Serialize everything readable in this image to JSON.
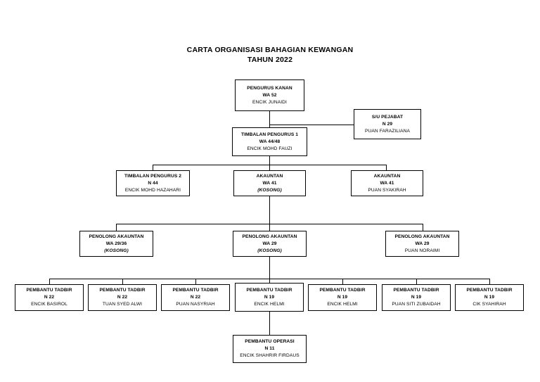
{
  "document": {
    "title_line1": "CARTA ORGANISASI BAHAGIAN KEWANGAN",
    "title_line2": "TAHUN 2022"
  },
  "chart_data": {
    "type": "diagram",
    "diagram_kind": "organization-chart",
    "title": "CARTA ORGANISASI BAHAGIAN KEWANGAN TAHUN 2022",
    "nodes": [
      {
        "id": "pengurus-kanan",
        "title": "PENGURUS KANAN",
        "grade": "WA 52",
        "person": "ENCIK JUNAIDI",
        "vacant": false,
        "level": 1
      },
      {
        "id": "su-pejabat",
        "title": "S/U PEJABAT",
        "grade": "N 29",
        "person": "PUAN FARAZILIANA",
        "vacant": false,
        "level": 1,
        "relation": "staff"
      },
      {
        "id": "timbalan-pengurus-1",
        "title": "TIMBALAN PENGURUS 1",
        "grade": "WA 44/48",
        "person": "ENCIK MOHD FAUZI",
        "vacant": false,
        "level": 2
      },
      {
        "id": "timbalan-pengurus-2",
        "title": "TIMBALAN PENGURUS 2",
        "grade": "N 44",
        "person": "ENCIK MOHD HAZAHARI",
        "vacant": false,
        "level": 3
      },
      {
        "id": "akauntan-1",
        "title": "AKAUNTAN",
        "grade": "WA 41",
        "person": "(KOSONG)",
        "vacant": true,
        "level": 3
      },
      {
        "id": "akauntan-2",
        "title": "AKAUNTAN",
        "grade": "WA 41",
        "person": "PUAN SYAKIRAH",
        "vacant": false,
        "level": 3
      },
      {
        "id": "penolong-akauntan-1",
        "title": "PENOLONG AKAUNTAN",
        "grade": "WA 29/36",
        "person": "(KOSONG)",
        "vacant": true,
        "level": 4
      },
      {
        "id": "penolong-akauntan-2",
        "title": "PENOLONG AKAUNTAN",
        "grade": "WA 29",
        "person": "(KOSONG)",
        "vacant": true,
        "level": 4
      },
      {
        "id": "penolong-akauntan-3",
        "title": "PENOLONG AKAUNTAN",
        "grade": "WA 29",
        "person": "PUAN NORAIMI",
        "vacant": false,
        "level": 4
      },
      {
        "id": "pembantu-tadbir-1",
        "title": "PEMBANTU TADBIR",
        "grade": "N 22",
        "person": "ENCIK BASIROL",
        "vacant": false,
        "level": 5
      },
      {
        "id": "pembantu-tadbir-2",
        "title": "PEMBANTU TADBIR",
        "grade": "N 22",
        "person": "TUAN SYED ALWI",
        "vacant": false,
        "level": 5
      },
      {
        "id": "pembantu-tadbir-3",
        "title": "PEMBANTU TADBIR",
        "grade": "N 22",
        "person": "PUAN NASYRIAH",
        "vacant": false,
        "level": 5
      },
      {
        "id": "pembantu-tadbir-4",
        "title": "PEMBANTU TADBIR",
        "grade": "N 19",
        "person": "ENCIK HELMI",
        "vacant": false,
        "level": 5
      },
      {
        "id": "pembantu-tadbir-5",
        "title": "PEMBANTU TADBIR",
        "grade": "N 19",
        "person": "ENCIK HELMI",
        "vacant": false,
        "level": 5
      },
      {
        "id": "pembantu-tadbir-6",
        "title": "PEMBANTU TADBIR",
        "grade": "N 19",
        "person": "PUAN SITI ZUBAIDAH",
        "vacant": false,
        "level": 5
      },
      {
        "id": "pembantu-tadbir-7",
        "title": "PEMBANTU TADBIR",
        "grade": "N 19",
        "person": "CIK SYAHIRAH",
        "vacant": false,
        "level": 5
      },
      {
        "id": "pembantu-operasi",
        "title": "PEMBANTU OPERASI",
        "grade": "N 11",
        "person": "ENCIK SHAHRIR FIRDAUS",
        "vacant": false,
        "level": 6
      }
    ],
    "edges": [
      {
        "from": "pengurus-kanan",
        "to": "timbalan-pengurus-1"
      },
      {
        "from": "pengurus-kanan",
        "to": "su-pejabat",
        "style": "staff"
      },
      {
        "from": "timbalan-pengurus-1",
        "to": "timbalan-pengurus-2"
      },
      {
        "from": "timbalan-pengurus-1",
        "to": "akauntan-1"
      },
      {
        "from": "timbalan-pengurus-1",
        "to": "akauntan-2"
      },
      {
        "from": "akauntan-1",
        "to": "penolong-akauntan-1"
      },
      {
        "from": "akauntan-1",
        "to": "penolong-akauntan-2"
      },
      {
        "from": "akauntan-1",
        "to": "penolong-akauntan-3"
      },
      {
        "from": "penolong-akauntan-2",
        "to": "pembantu-tadbir-1"
      },
      {
        "from": "penolong-akauntan-2",
        "to": "pembantu-tadbir-2"
      },
      {
        "from": "penolong-akauntan-2",
        "to": "pembantu-tadbir-3"
      },
      {
        "from": "penolong-akauntan-2",
        "to": "pembantu-tadbir-4"
      },
      {
        "from": "penolong-akauntan-2",
        "to": "pembantu-tadbir-5"
      },
      {
        "from": "penolong-akauntan-2",
        "to": "pembantu-tadbir-6"
      },
      {
        "from": "penolong-akauntan-2",
        "to": "pembantu-tadbir-7"
      },
      {
        "from": "pembantu-tadbir-4",
        "to": "pembantu-operasi"
      }
    ],
    "colors": {
      "background": "#ffffff",
      "box_border": "#000000",
      "text": "#000000",
      "connector": "#000000"
    }
  }
}
